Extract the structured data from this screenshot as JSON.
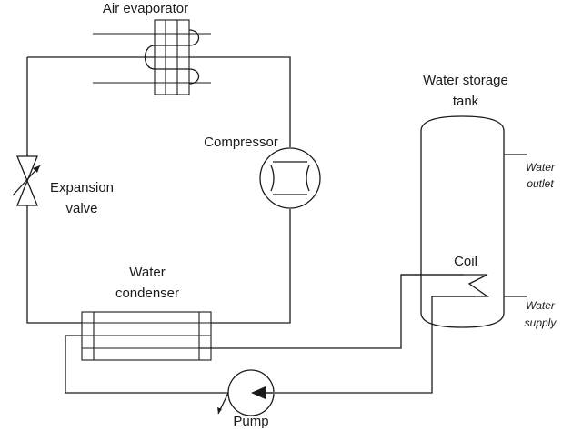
{
  "labels": {
    "air_evaporator": "Air evaporator",
    "compressor": "Compressor",
    "expansion_valve_line1": "Expansion",
    "expansion_valve_line2": "valve",
    "water_condenser_line1": "Water",
    "water_condenser_line2": "condenser",
    "water_storage_tank_line1": "Water storage",
    "water_storage_tank_line2": "tank",
    "water_outlet_line1": "Water",
    "water_outlet_line2": "outlet",
    "coil": "Coil",
    "water_supply_line1": "Water",
    "water_supply_line2": "supply",
    "pump": "Pump"
  }
}
